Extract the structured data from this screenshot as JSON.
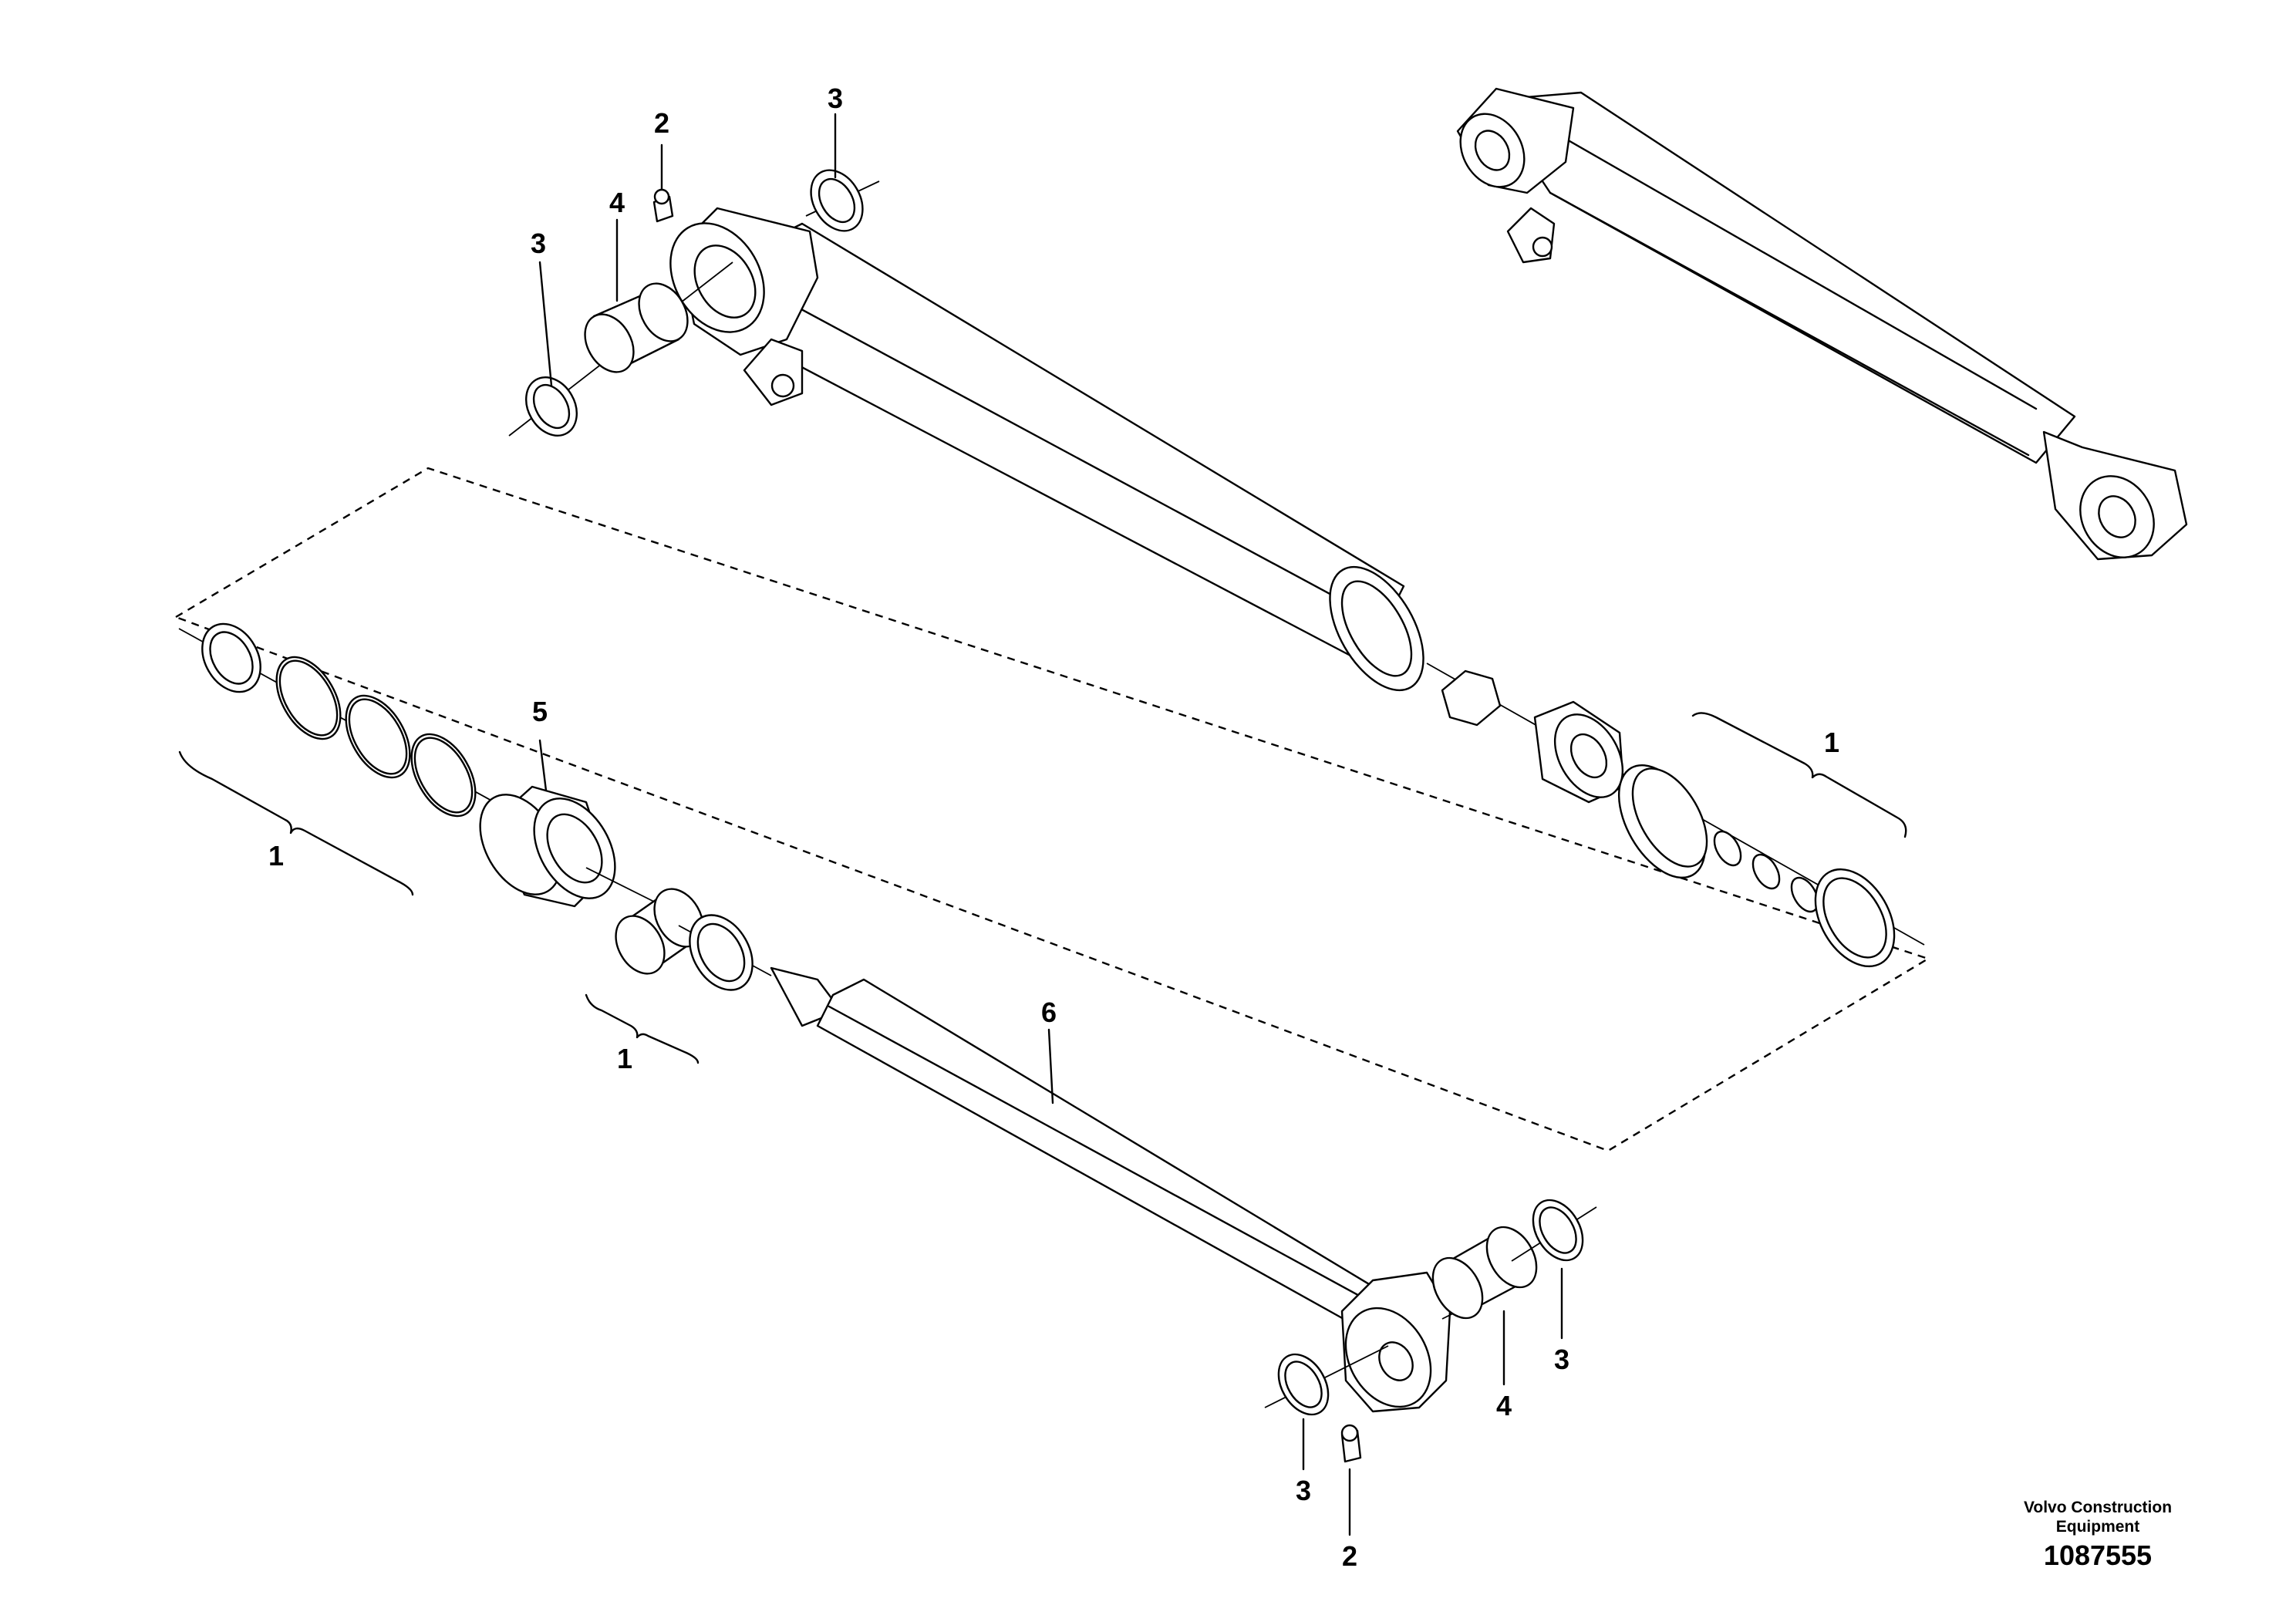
{
  "callouts": {
    "c1_right": "1",
    "c1_left": "1",
    "c1_mid": "1",
    "c2_top": "2",
    "c2_bottom": "2",
    "c3_top_left": "3",
    "c3_top_right": "3",
    "c3_bottom_left": "3",
    "c3_bottom_right": "3",
    "c4_top": "4",
    "c4_bottom": "4",
    "c5": "5",
    "c6": "6"
  },
  "caption": {
    "maker_line1": "Volvo Construction",
    "maker_line2": "Equipment",
    "drawing_number": "1087555"
  }
}
